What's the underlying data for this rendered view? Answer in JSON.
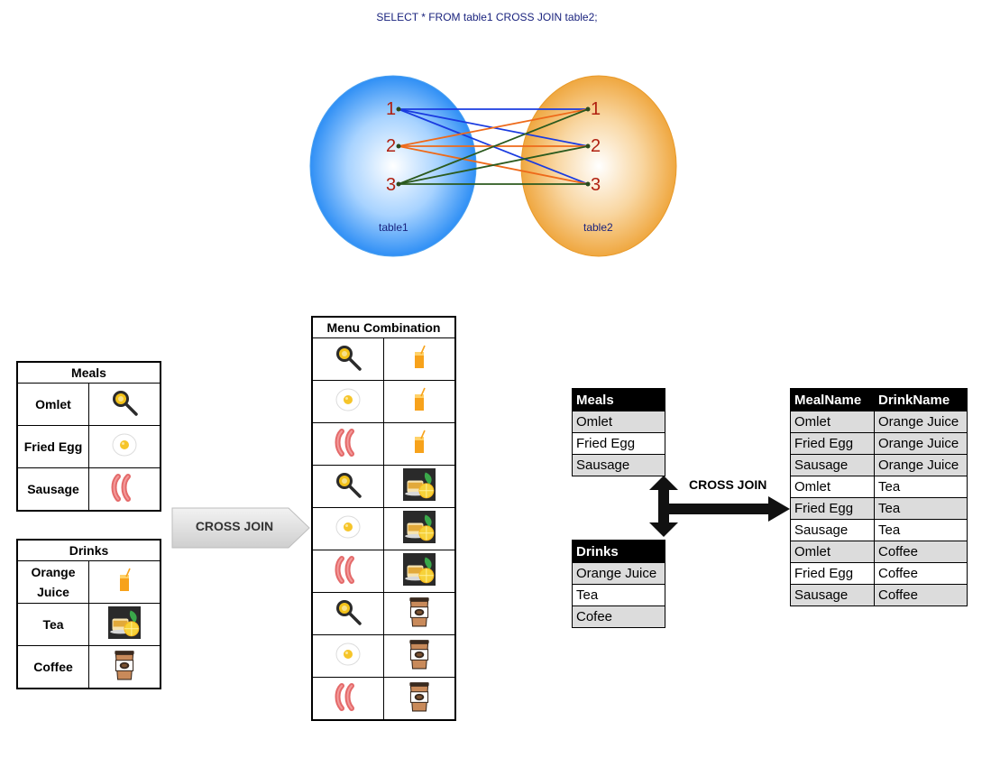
{
  "sql": "SELECT * FROM table1 CROSS JOIN  table2;",
  "venn": {
    "left_label": "table1",
    "right_label": "table2",
    "left_numbers": [
      "1",
      "2",
      "3"
    ],
    "right_numbers": [
      "1",
      "2",
      "3"
    ]
  },
  "meals_table": {
    "title": "Meals",
    "rows": [
      {
        "label": "Omlet",
        "icon": "frying-pan-icon"
      },
      {
        "label": "Fried Egg",
        "icon": "fried-egg-icon"
      },
      {
        "label": "Sausage",
        "icon": "sausage-icon"
      }
    ]
  },
  "drinks_table": {
    "title": "Drinks",
    "rows": [
      {
        "label": "Orange Juice",
        "icon": "orange-juice-icon"
      },
      {
        "label": "Tea",
        "icon": "tea-icon"
      },
      {
        "label": "Coffee",
        "icon": "coffee-icon"
      }
    ]
  },
  "cross_join_label": "CROSS JOIN",
  "combo_table": {
    "title": "Menu Combination",
    "rows": [
      [
        "frying-pan-icon",
        "orange-juice-icon"
      ],
      [
        "fried-egg-icon",
        "orange-juice-icon"
      ],
      [
        "sausage-icon",
        "orange-juice-icon"
      ],
      [
        "frying-pan-icon",
        "tea-icon"
      ],
      [
        "fried-egg-icon",
        "tea-icon"
      ],
      [
        "sausage-icon",
        "tea-icon"
      ],
      [
        "frying-pan-icon",
        "coffee-icon"
      ],
      [
        "fried-egg-icon",
        "coffee-icon"
      ],
      [
        "sausage-icon",
        "coffee-icon"
      ]
    ]
  },
  "right": {
    "meals": {
      "header": "Meals",
      "rows": [
        "Omlet",
        "Fried Egg",
        "Sausage"
      ]
    },
    "drinks": {
      "header": "Drinks",
      "rows": [
        "Orange Juice",
        "Tea",
        "Cofee"
      ]
    },
    "cross_join_label": "CROSS JOIN",
    "result": {
      "headers": [
        "MealName",
        "DrinkName"
      ],
      "rows": [
        [
          "Omlet",
          "Orange Juice"
        ],
        [
          "Fried Egg",
          "Orange Juice"
        ],
        [
          "Sausage",
          "Orange Juice"
        ],
        [
          "Omlet",
          "Tea"
        ],
        [
          "Fried Egg",
          "Tea"
        ],
        [
          "Sausage",
          "Tea"
        ],
        [
          "Omlet",
          "Coffee"
        ],
        [
          "Fried Egg",
          "Coffee"
        ],
        [
          "Sausage",
          "Coffee"
        ]
      ]
    }
  },
  "colors": {
    "left_circle": "#3399ff",
    "right_circle": "#f0a030",
    "line_1": "#1a3be0",
    "line_2": "#ee6a1a",
    "line_3": "#2b5a1e",
    "number": "#b02010"
  }
}
